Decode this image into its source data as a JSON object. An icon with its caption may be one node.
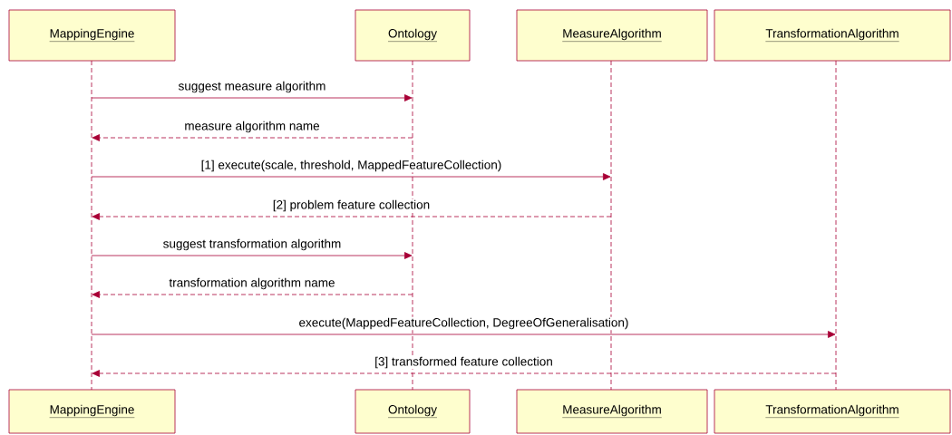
{
  "diagram": {
    "nodes": [
      {
        "text": [
          "MappingEngine"
        ]
      },
      {
        "text": [
          "Ontology"
        ]
      },
      {
        "text": [
          "MeasureAlgorithm"
        ]
      },
      {
        "text": [
          "TransformationAlgorithm"
        ]
      },
      {
        "text": [
          "MappingEngine"
        ]
      },
      {
        "text": [
          "Ontology"
        ]
      },
      {
        "text": [
          "MeasureAlgorithm"
        ]
      },
      {
        "text": [
          "TransformationAlgorithm"
        ]
      },
      {
        "text": [],
        "shape": "line"
      },
      {
        "text": [],
        "shape": "line"
      },
      {
        "text": [],
        "shape": "line"
      },
      {
        "text": [],
        "shape": "line"
      }
    ],
    "edges": [
      {
        "from": 8,
        "to": 9,
        "arrow": "to",
        "label": "suggest measure algorithm"
      },
      {
        "from": 9,
        "to": 8,
        "arrow": "to",
        "label": "measure algorithm name",
        "style": "dashed"
      },
      {
        "from": 8,
        "to": 10,
        "arrow": "to",
        "label": "[1] execute(scale, threshold, MappedFeatureCollection)"
      },
      {
        "from": 10,
        "to": 8,
        "arrow": "to",
        "label": "[2] problem feature collection",
        "style": "dashed"
      },
      {
        "from": 8,
        "to": 9,
        "arrow": "to",
        "label": "suggest transformation algorithm"
      },
      {
        "from": 9,
        "to": 8,
        "arrow": "to",
        "label": "transformation algorithm name",
        "style": "dashed"
      },
      {
        "from": 8,
        "to": 11,
        "arrow": "to",
        "label": "execute(MappedFeatureCollection, DegreeOfGeneralisation)"
      },
      {
        "from": 11,
        "to": 8,
        "arrow": "to",
        "label": "[3] transformed feature collection",
        "style": "dashed"
      }
    ]
  }
}
